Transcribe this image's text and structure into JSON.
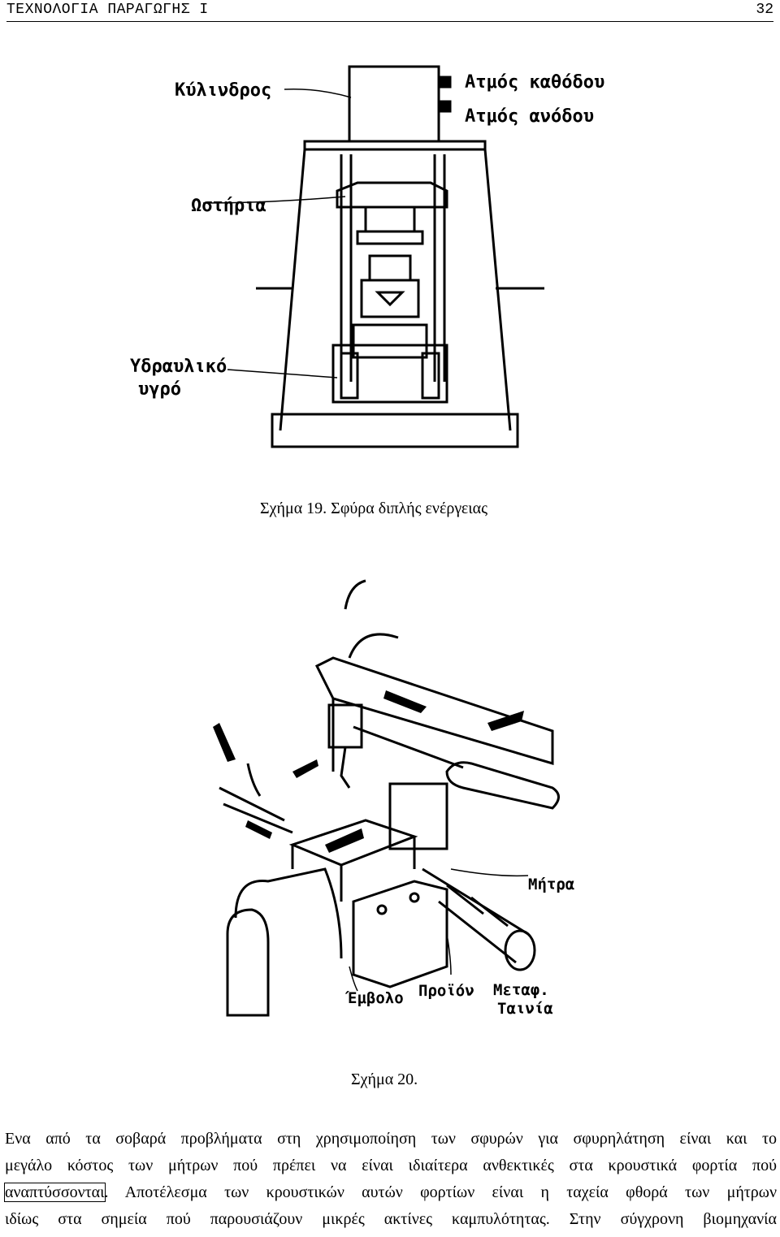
{
  "header": {
    "title": "ΤΕΧΝΟΛΟΓΙΑ ΠΑΡΑΓΩΓΗΣ Ι",
    "page_number": "32"
  },
  "figure19": {
    "labels": {
      "cylinder": "Κύλινδρος",
      "steam_down": "Ατμός καθόδου",
      "steam_up": "Ατμός ανόδου",
      "guides": "Ωστήρια",
      "hydraulic_1": "Υδραυλικό",
      "hydraulic_2": "υγρό"
    },
    "caption": "Σχήμα 19. Σφύρα διπλής ενέργειας"
  },
  "figure20": {
    "labels": {
      "die": "Μήτρα",
      "ram": "Έμβολο",
      "product": "Προϊόν",
      "belt_1": "Μεταφ.",
      "belt_2": "Ταινία"
    },
    "caption": "Σχήμα 20."
  },
  "paragraph": {
    "line1": "Ενα από τα σοβαρά προβλήματα στη χρησιμοποίηση των σφυρών για σφυρηλάτηση είναι και το",
    "line2": "μεγάλο κόστος των μήτρων πού πρέπει να είναι ιδιαίτερα ανθεκτικές στα κρουστικά φορτία πού",
    "line3_boxed": "αναπτύσσονται",
    "line3_rest": ". Αποτέλεσμα των κρουστικών αυτών φορτίων είναι η ταχεία φθορά των μήτρων",
    "line4": "ιδίως στα σημεία πού παρουσιάζουν μικρές ακτίνες καμπυλότητας. Στην σύγχρονη βιομηχανία"
  }
}
